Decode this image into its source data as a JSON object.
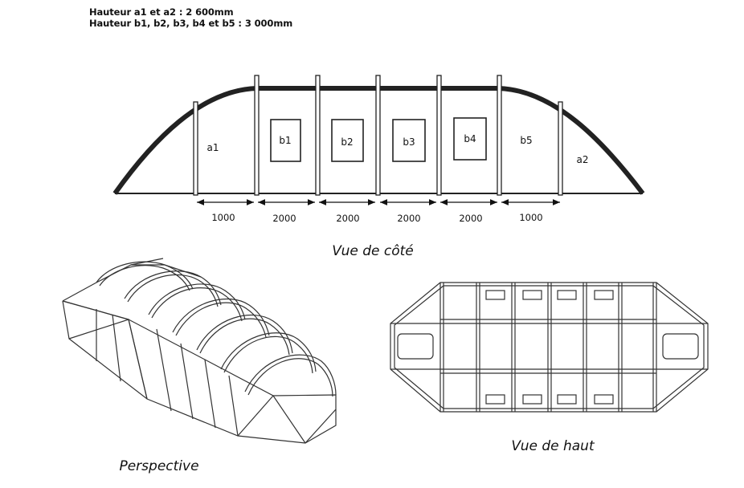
{
  "notes": {
    "line1": "Hauteur a1 et a2 : 2 600mm",
    "line2": "Hauteur b1, b2, b3, b4 et b5 : 3 000mm"
  },
  "side_view": {
    "caption": "Vue de côté",
    "labels": [
      "a1",
      "b1",
      "b2",
      "b3",
      "b4",
      "b5",
      "a2"
    ],
    "dimensions": [
      "1000",
      "2000",
      "2000",
      "2000",
      "2000",
      "1000"
    ]
  },
  "perspective": {
    "caption": "Perspective"
  },
  "top_view": {
    "caption": "Vue de haut"
  }
}
